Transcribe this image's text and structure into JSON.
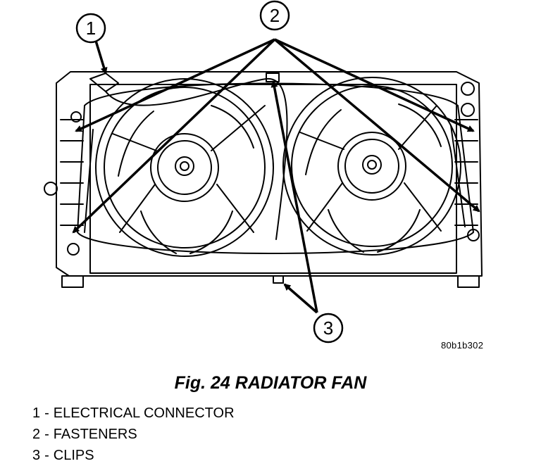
{
  "figure": {
    "callouts": [
      {
        "number": "1"
      },
      {
        "number": "2"
      },
      {
        "number": "3"
      }
    ],
    "drawing_code": "80b1b302"
  },
  "caption": "Fig. 24 RADIATOR FAN",
  "legend": [
    {
      "number": "1",
      "separator": "-",
      "label": "ELECTRICAL CONNECTOR"
    },
    {
      "number": "2",
      "separator": "-",
      "label": "FASTENERS"
    },
    {
      "number": "3",
      "separator": "-",
      "label": "CLIPS"
    }
  ]
}
